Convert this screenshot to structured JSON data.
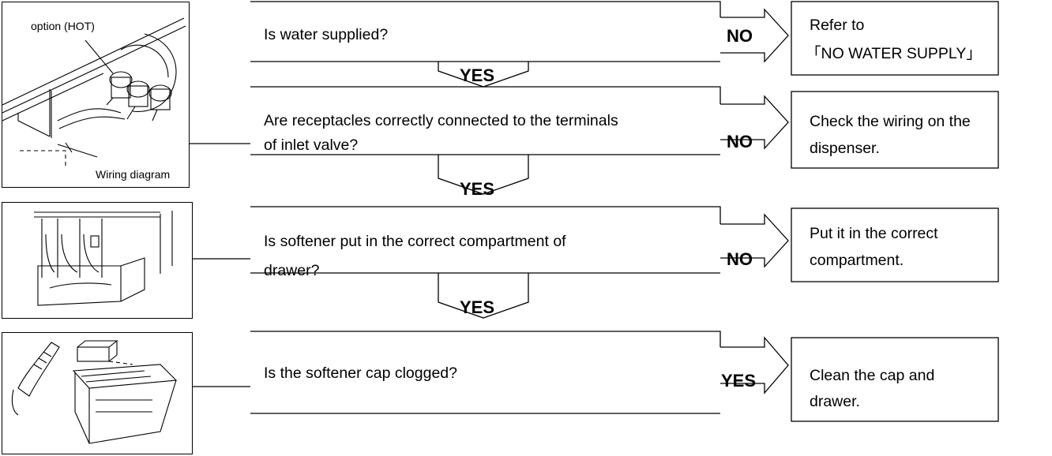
{
  "illustrations": [
    {
      "name": "inlet-valve-illustration",
      "labels": [
        "option (HOT)",
        "Wiring diagram"
      ]
    },
    {
      "name": "drawer-illustration",
      "labels": []
    },
    {
      "name": "cap-cleaning-illustration",
      "labels": []
    }
  ],
  "steps": [
    {
      "question": [
        "Is water supplied?"
      ],
      "branch_label": "NO",
      "action": [
        "Refer to",
        "「NO WATER SUPPLY」"
      ],
      "next_label": "YES"
    },
    {
      "question": [
        "Are receptacles correctly connected to the terminals",
        "of inlet valve?"
      ],
      "branch_label": "NO",
      "action": [
        "Check the wiring on the",
        "dispenser."
      ],
      "next_label": "YES"
    },
    {
      "question": [
        "Is softener put in the correct compartment of",
        "drawer?"
      ],
      "branch_label": "NO",
      "action": [
        "Put it in the correct",
        "compartment."
      ],
      "next_label": "YES"
    },
    {
      "question": [
        "Is the softener cap clogged?"
      ],
      "branch_label": "YES",
      "action": [
        "Clean the cap and",
        "drawer."
      ]
    }
  ]
}
